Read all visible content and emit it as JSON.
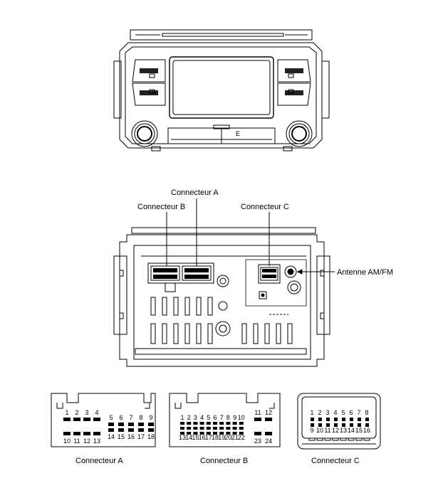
{
  "labels": {
    "connecteur_a": "Connecteur A",
    "connecteur_b": "Connecteur B",
    "connecteur_c": "Connecteur C",
    "antenne": "Antenne AM/FM"
  },
  "captions": {
    "a": "Connecteur A",
    "b": "Connecteur B",
    "c": "Connecteur C"
  },
  "front_panel": {
    "center_mark": "E"
  },
  "connector_a": {
    "top_row": [
      "1",
      "2",
      "3",
      "4",
      "5",
      "6",
      "7",
      "8",
      "9"
    ],
    "bottom_row": [
      "10",
      "11",
      "12",
      "13",
      "14",
      "15",
      "16",
      "17",
      "18"
    ]
  },
  "connector_b": {
    "top_row": [
      "1",
      "2",
      "3",
      "4",
      "5",
      "6",
      "7",
      "8",
      "9",
      "10",
      "11",
      "12"
    ],
    "bottom_row": [
      "13",
      "14",
      "15",
      "16",
      "17",
      "18",
      "19",
      "20",
      "21",
      "22",
      "23",
      "24"
    ]
  },
  "connector_c": {
    "top_row": [
      "1",
      "2",
      "3",
      "4",
      "5",
      "6",
      "7",
      "8"
    ],
    "bottom_row": [
      "9",
      "10",
      "11",
      "12",
      "13",
      "14",
      "15",
      "16"
    ]
  }
}
